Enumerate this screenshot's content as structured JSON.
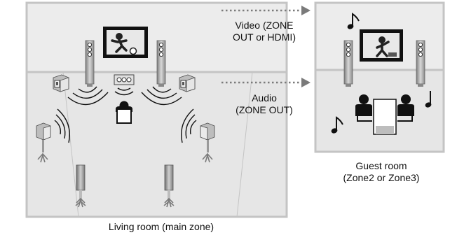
{
  "labels": {
    "video_line1": "Video (ZONE",
    "video_line2": "OUT or HDMI)",
    "audio_line1": "Audio",
    "audio_line2": "(ZONE OUT)",
    "guest_line1": "Guest room",
    "guest_line2": "(Zone2 or Zone3)",
    "living_room": "Living room (main zone)"
  },
  "colors": {
    "room_fill": "#ebebeb",
    "room_stroke": "#bdbdbd",
    "arrow": "#7a7a7a",
    "speaker_light": "#cfcfcf",
    "speaker_dark": "#555555"
  },
  "icons": [
    "tv-icon",
    "speaker-icon",
    "listener-icon",
    "music-note-icon",
    "arrow-icon"
  ]
}
